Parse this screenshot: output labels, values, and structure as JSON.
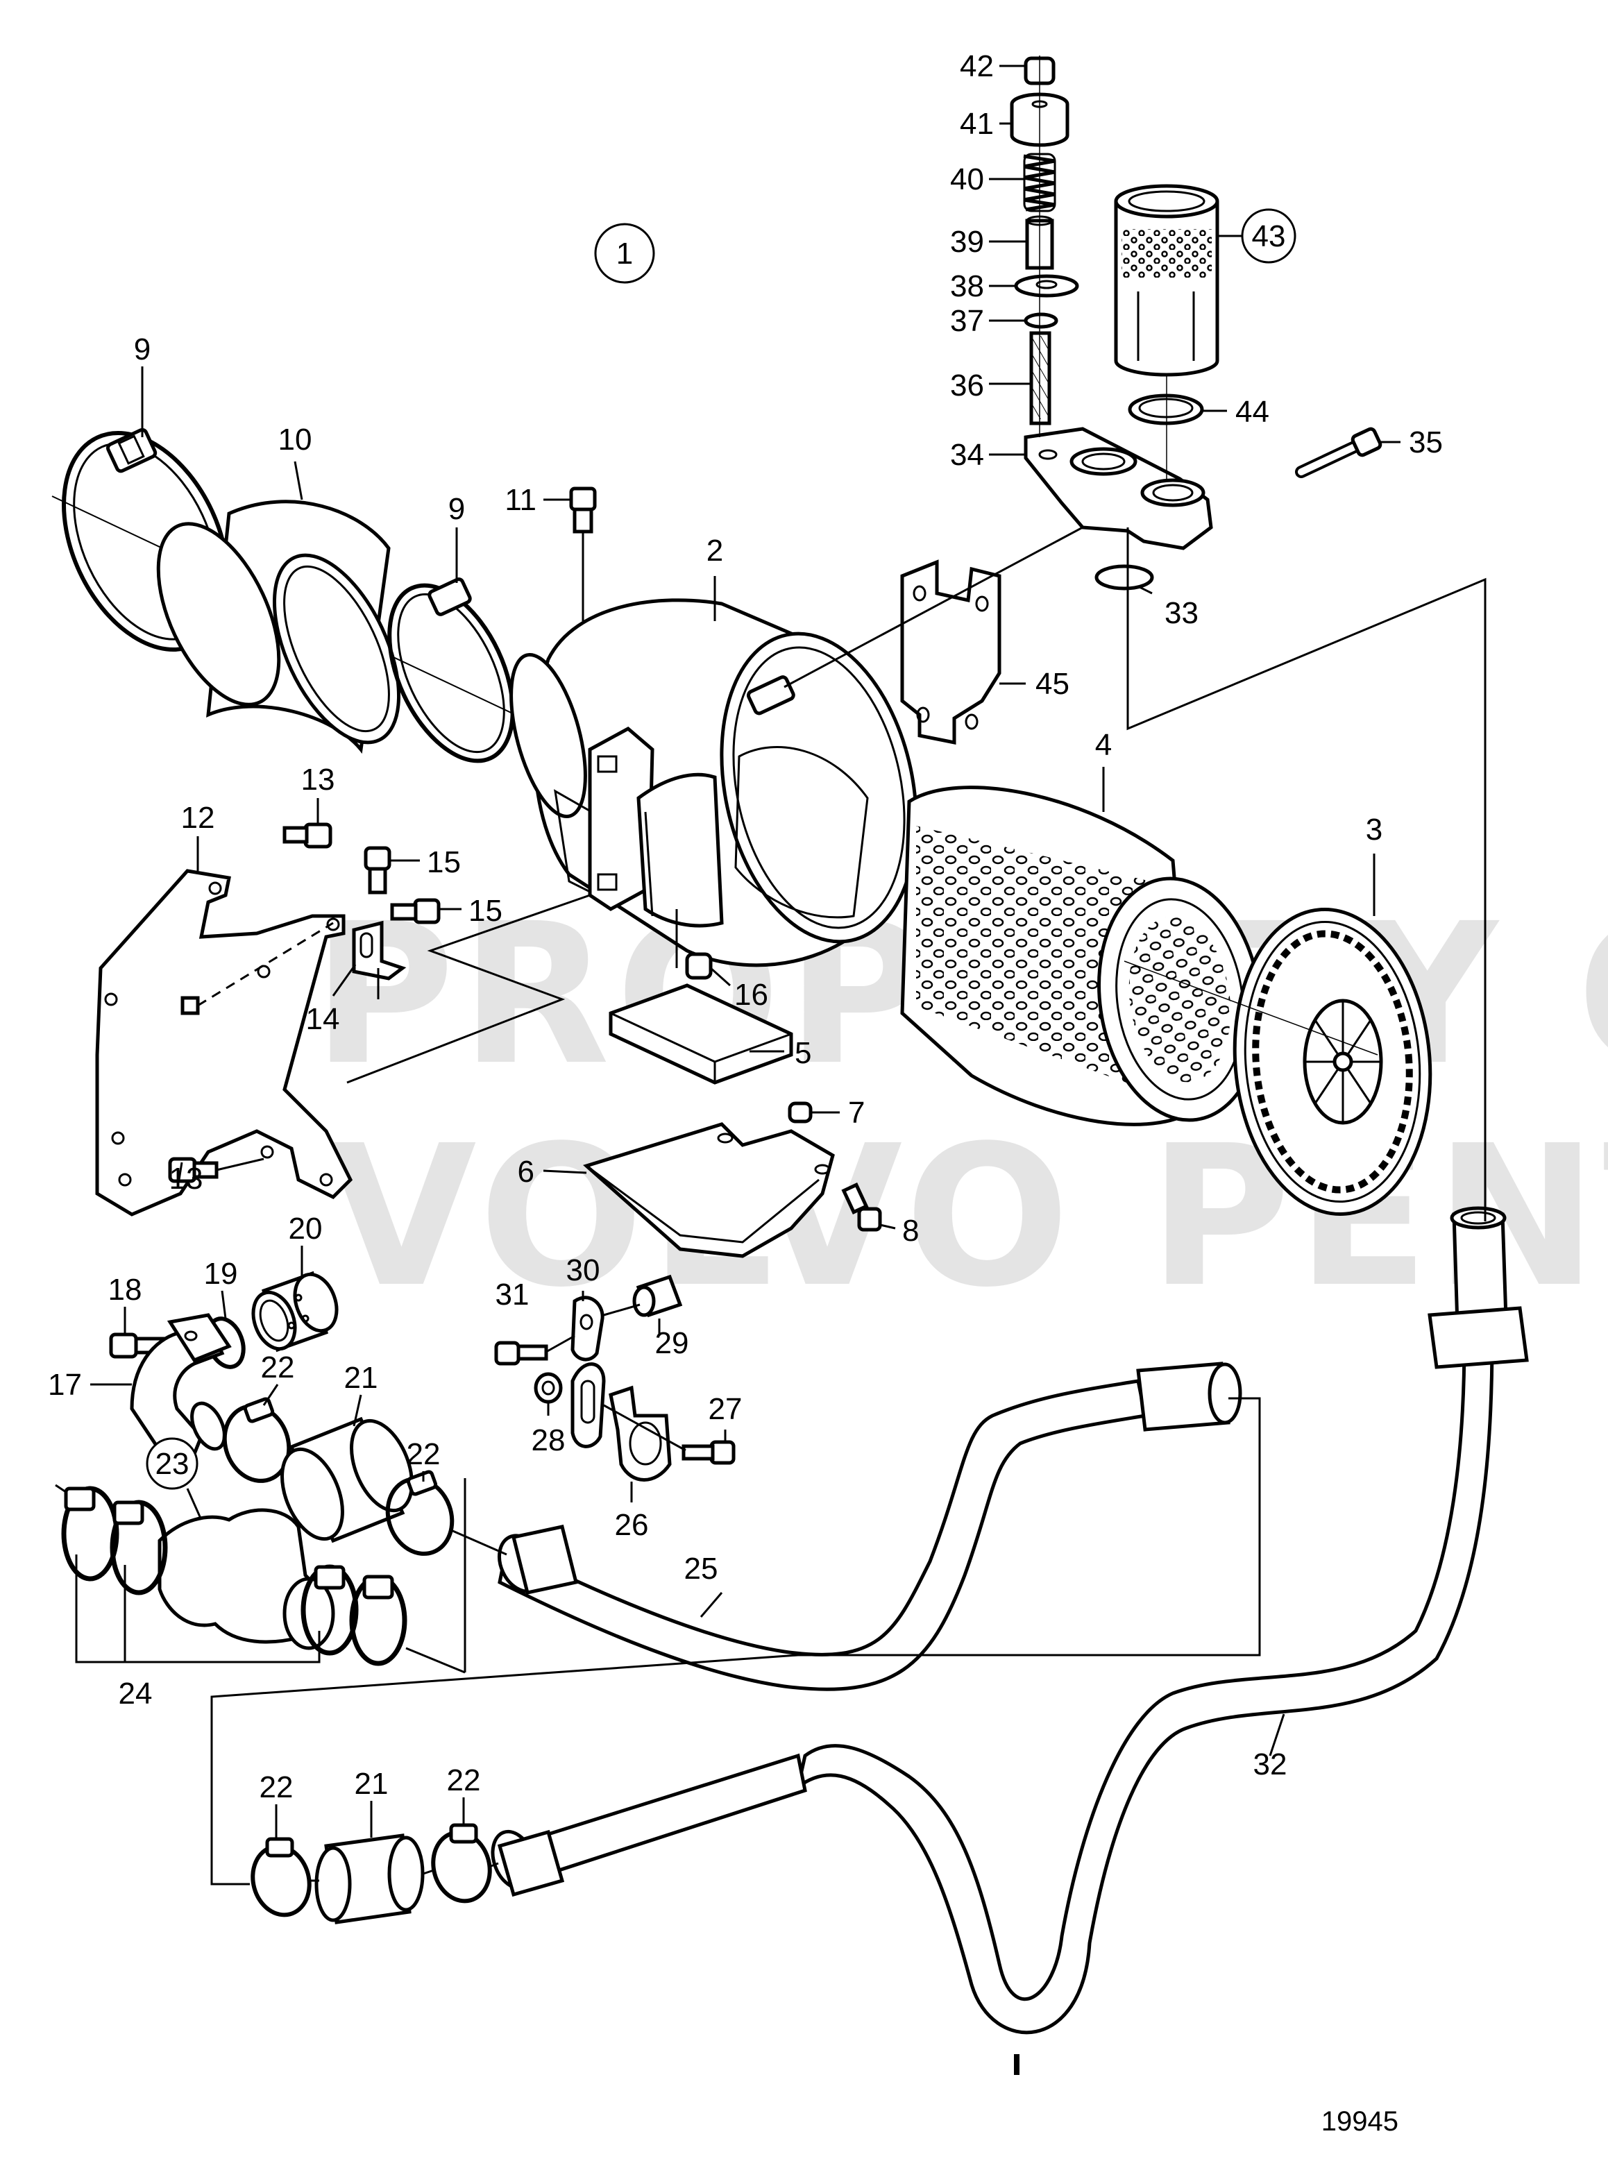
{
  "watermark": {
    "line1": "PROPERTY OF",
    "line2": "VOLVO PENTA"
  },
  "drawing_code": "19945",
  "callouts": [
    {
      "id": "c1",
      "text": "1"
    },
    {
      "id": "c2",
      "text": "2"
    },
    {
      "id": "c3",
      "text": "3"
    },
    {
      "id": "c4",
      "text": "4"
    },
    {
      "id": "c5",
      "text": "5"
    },
    {
      "id": "c6",
      "text": "6"
    },
    {
      "id": "c7",
      "text": "7"
    },
    {
      "id": "c8",
      "text": "8"
    },
    {
      "id": "c9a",
      "text": "9"
    },
    {
      "id": "c9b",
      "text": "9"
    },
    {
      "id": "c10",
      "text": "10"
    },
    {
      "id": "c11",
      "text": "11"
    },
    {
      "id": "c12",
      "text": "12"
    },
    {
      "id": "c13a",
      "text": "13"
    },
    {
      "id": "c13b",
      "text": "13"
    },
    {
      "id": "c14",
      "text": "14"
    },
    {
      "id": "c15a",
      "text": "15"
    },
    {
      "id": "c15b",
      "text": "15"
    },
    {
      "id": "c16",
      "text": "16"
    },
    {
      "id": "c17",
      "text": "17"
    },
    {
      "id": "c18",
      "text": "18"
    },
    {
      "id": "c19",
      "text": "19"
    },
    {
      "id": "c20",
      "text": "20"
    },
    {
      "id": "c21a",
      "text": "21"
    },
    {
      "id": "c21b",
      "text": "21"
    },
    {
      "id": "c22a",
      "text": "22"
    },
    {
      "id": "c22b",
      "text": "22"
    },
    {
      "id": "c22c",
      "text": "22"
    },
    {
      "id": "c22d",
      "text": "22"
    },
    {
      "id": "c23",
      "text": "23"
    },
    {
      "id": "c24",
      "text": "24"
    },
    {
      "id": "c25",
      "text": "25"
    },
    {
      "id": "c26",
      "text": "26"
    },
    {
      "id": "c27",
      "text": "27"
    },
    {
      "id": "c28",
      "text": "28"
    },
    {
      "id": "c29",
      "text": "29"
    },
    {
      "id": "c30",
      "text": "30"
    },
    {
      "id": "c31",
      "text": "31"
    },
    {
      "id": "c32",
      "text": "32"
    },
    {
      "id": "c33",
      "text": "33"
    },
    {
      "id": "c34",
      "text": "34"
    },
    {
      "id": "c35",
      "text": "35"
    },
    {
      "id": "c36",
      "text": "36"
    },
    {
      "id": "c37",
      "text": "37"
    },
    {
      "id": "c38",
      "text": "38"
    },
    {
      "id": "c39",
      "text": "39"
    },
    {
      "id": "c40",
      "text": "40"
    },
    {
      "id": "c41",
      "text": "41"
    },
    {
      "id": "c42",
      "text": "42"
    },
    {
      "id": "c43",
      "text": "43"
    },
    {
      "id": "c44",
      "text": "44"
    },
    {
      "id": "c45",
      "text": "45"
    }
  ]
}
